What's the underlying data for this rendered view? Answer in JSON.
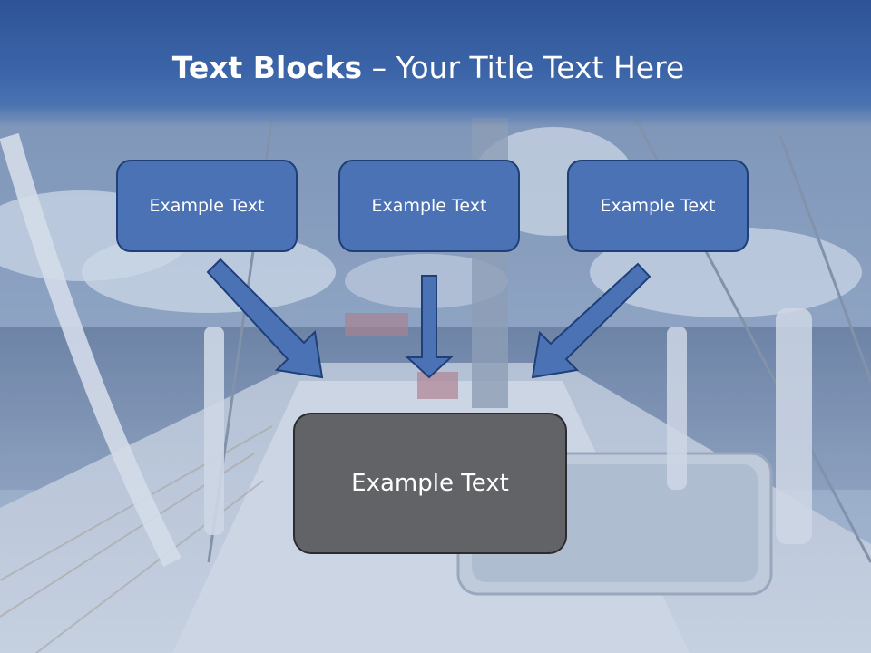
{
  "title": {
    "bold": "Text Blocks",
    "dash": "–",
    "rest": "Your Title Text Here"
  },
  "boxes": {
    "left": "Example Text",
    "center": "Example Text",
    "right": "Example Text",
    "bottom": "Example Text"
  },
  "colors": {
    "title_band": "#2e5496",
    "box_fill": "#4a72b5",
    "box_border": "#1f3f78",
    "bottom_box_fill": "#616366",
    "arrow_fill": "#4a72b5"
  }
}
